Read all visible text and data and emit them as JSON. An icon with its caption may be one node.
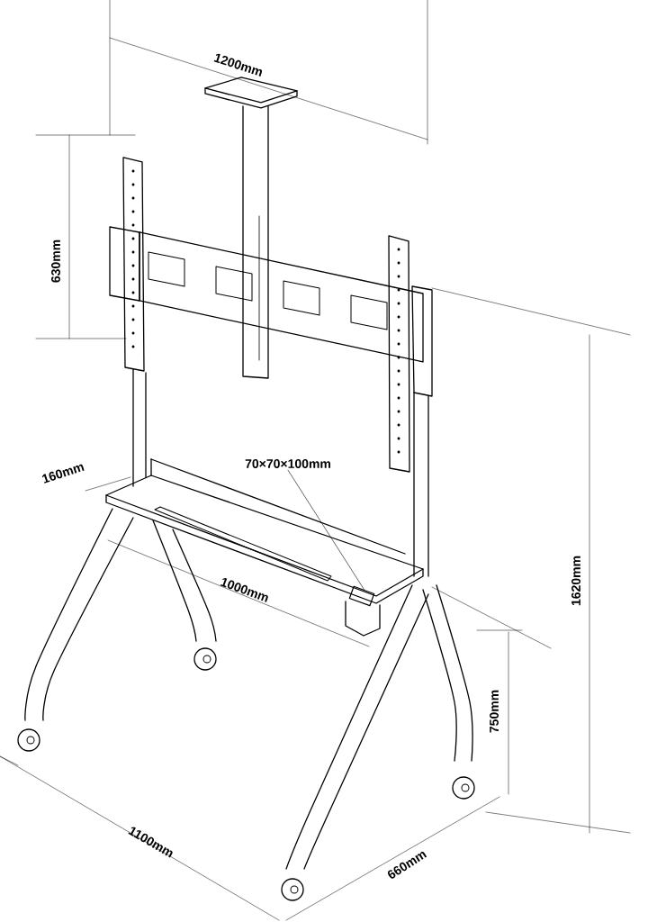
{
  "diagram": {
    "nodes": [
      {
        "text": [
          "70×70×100mm"
        ]
      },
      {
        "text": [],
        "shape": "box"
      }
    ],
    "edges": [
      {
        "from": 0,
        "to": 1,
        "arrow": "none"
      }
    ],
    "labels": [
      "1200mm",
      "630mm",
      "160mm",
      "1000mm",
      "1620mm",
      "750mm",
      "1100mm",
      "660mm"
    ]
  }
}
